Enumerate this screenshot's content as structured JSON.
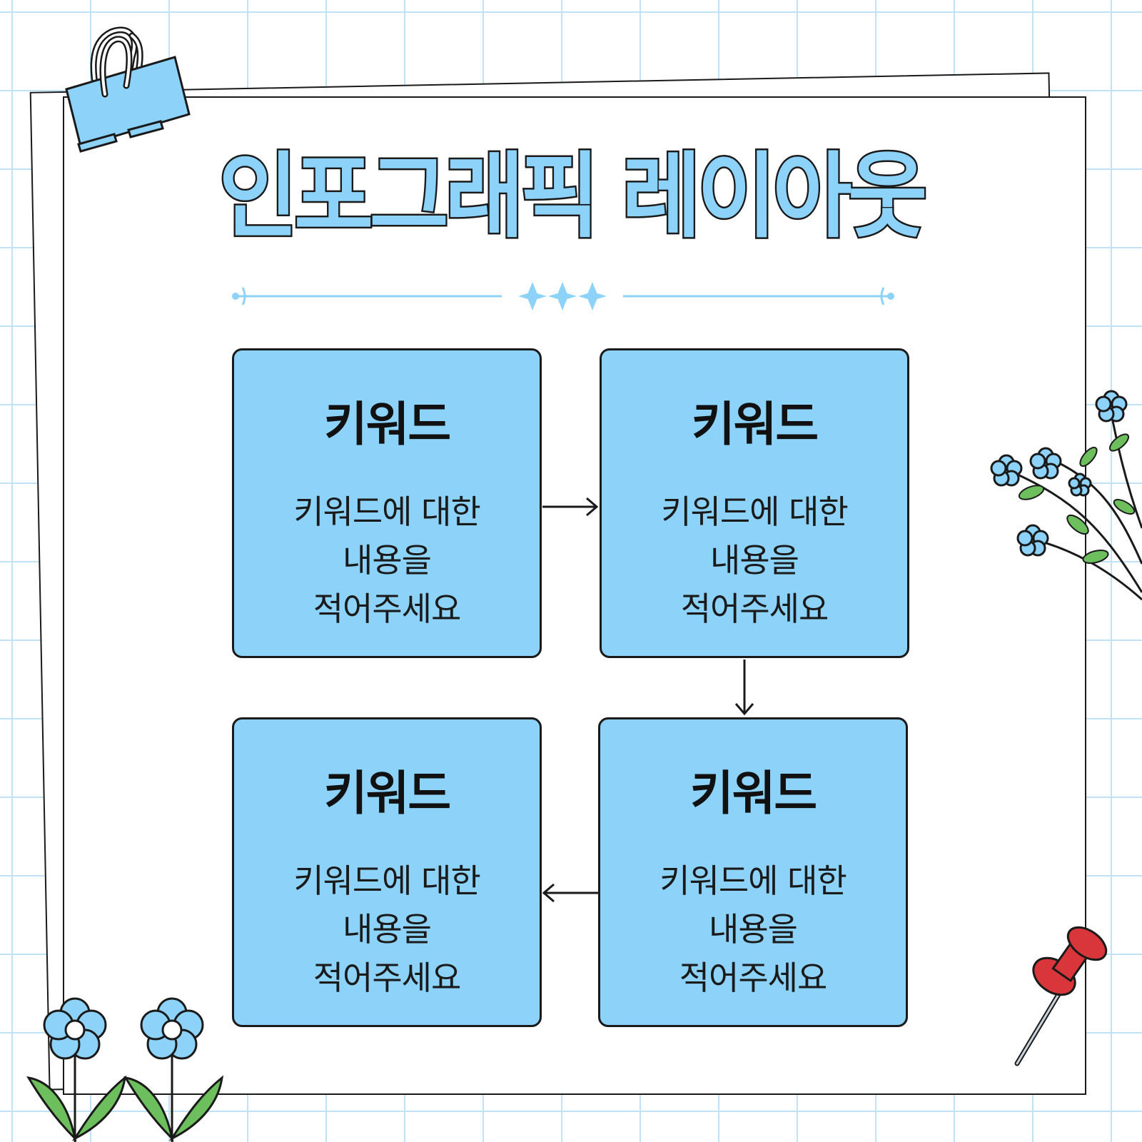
{
  "title": "인포그래픽 레이아웃",
  "colors": {
    "box_fill": "#8dd3f9",
    "outline": "#1a1a1a",
    "grid": "#bfe2f5",
    "pin": "#d8363a",
    "leaf": "#6cbf5c"
  },
  "boxes": [
    {
      "title": "키워드",
      "lines": [
        "키워드에 대한",
        "내용을",
        "적어주세요"
      ]
    },
    {
      "title": "키워드",
      "lines": [
        "키워드에 대한",
        "내용을",
        "적어주세요"
      ]
    },
    {
      "title": "키워드",
      "lines": [
        "키워드에 대한",
        "내용을",
        "적어주세요"
      ]
    },
    {
      "title": "키워드",
      "lines": [
        "키워드에 대한",
        "내용을",
        "적어주세요"
      ]
    }
  ],
  "flow": [
    "box-1 → box-2",
    "box-2 → box-4",
    "box-4 → box-3"
  ],
  "decorations": [
    "binder-clip-icon",
    "push-pin-icon",
    "flower-branch-icon",
    "blue-flower-icon"
  ]
}
